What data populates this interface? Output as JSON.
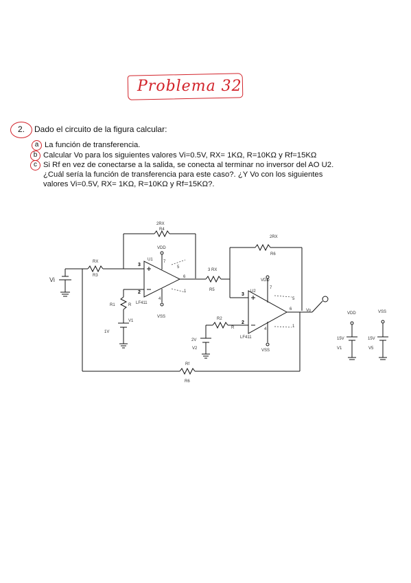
{
  "header": {
    "title": "Problema 32"
  },
  "question": {
    "number": "2.",
    "text": "Dado el circuito de la figura calcular:",
    "items": [
      {
        "letter": "a",
        "text": "La función de transferencia."
      },
      {
        "letter": "b",
        "text": "Calcular Vo para los siguientes valores Vi=0.5V, RX= 1KΩ, R=10KΩ y Rf=15KΩ"
      },
      {
        "letter": "c",
        "line1": "Si Rf en vez de conectarse a la salida, se conecta al terminar no inversor del AO U2.",
        "line2": "¿Cuál sería la función de transferencia para este caso?. ¿Y Vo con los siguientes",
        "line3": "valores Vi=0.5V, RX= 1KΩ, R=10KΩ y Rf=15KΩ?."
      }
    ]
  },
  "circuit": {
    "labels": {
      "r4_top": "2RX",
      "r4": "R4",
      "vdd1": "VDD",
      "u1": "U1",
      "rx": "RX",
      "r3": "R3",
      "vi": "Vi",
      "r1": "R1",
      "r": "R",
      "lf411_1": "LF411",
      "vss1": "VSS",
      "v1": "V1",
      "v1_val": "1V",
      "r6_top": "2RX",
      "r6": "R6",
      "r5_top": "3 RX",
      "r5": "R5",
      "vdd2": "VDD",
      "u2": "U2",
      "r2_top": "R2",
      "r2": "R",
      "lf411_2": "LF411",
      "vss2": "VSS",
      "v2_val": "2V",
      "v2": "V2",
      "vo": "Vo",
      "rf_top": "Rf",
      "rf": "R6",
      "pin3a": "3",
      "pin2a": "2",
      "pin4a": "4",
      "pin5a": "5",
      "pin6a": "6",
      "pin1a": "1",
      "pin7a": "7",
      "pin3b": "3",
      "pin2b": "2",
      "pin4b": "4",
      "pin6b": "6",
      "pin5b": "5",
      "pin1b": "1",
      "pin7b": "7",
      "vdd3": "VDD",
      "vss3": "VSS",
      "v15a": "15V",
      "v15b": "15V",
      "vs1": "V1",
      "vs2": "V5"
    }
  }
}
